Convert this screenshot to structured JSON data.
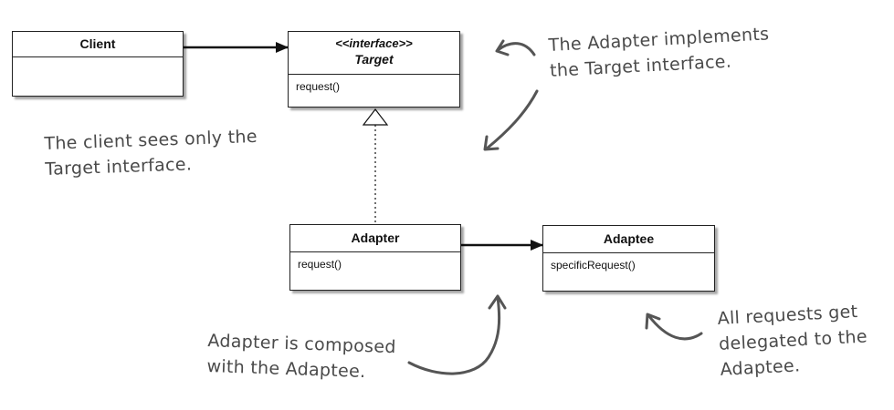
{
  "classes": {
    "client": {
      "name": "Client"
    },
    "target": {
      "stereotype": "<<interface>>",
      "name": "Target",
      "method": "request()"
    },
    "adapter": {
      "name": "Adapter",
      "method": "request()"
    },
    "adaptee": {
      "name": "Adaptee",
      "method": "specificRequest()"
    }
  },
  "notes": {
    "adapter_implements": [
      "The Adapter implements",
      "the Target interface."
    ],
    "client_sees": [
      "The client sees only the",
      "Target interface."
    ],
    "composed": [
      "Adapter is composed",
      "with the Adaptee."
    ],
    "delegated": [
      "All requests get",
      "delegated to the",
      "Adaptee."
    ]
  },
  "colors": {
    "box_border": "#222222",
    "note_text": "#4a4a4a",
    "arrow": "#111111"
  }
}
